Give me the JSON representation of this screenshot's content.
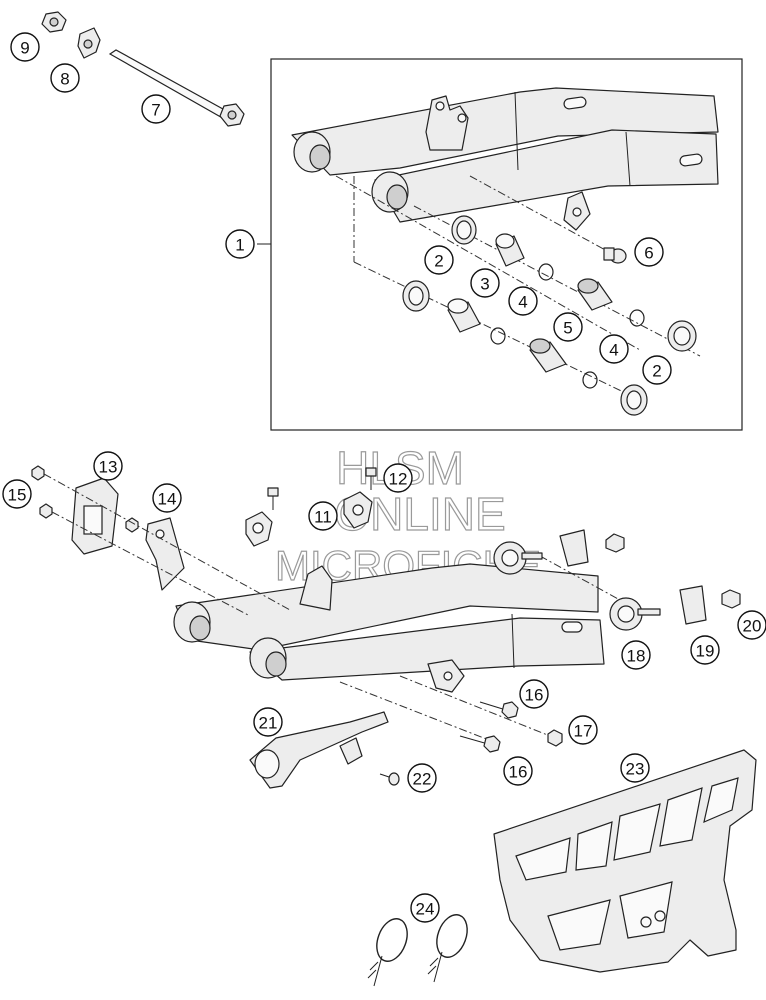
{
  "callouts": {
    "c1": "1",
    "c2a": "2",
    "c2b": "2",
    "c3": "3",
    "c4a": "4",
    "c4b": "4",
    "c5": "5",
    "c6": "6",
    "c7": "7",
    "c8": "8",
    "c9": "9",
    "c11": "11",
    "c12": "12",
    "c13": "13",
    "c14": "14",
    "c15": "15",
    "c16a": "16",
    "c16b": "16",
    "c17": "17",
    "c18": "18",
    "c19": "19",
    "c20": "20",
    "c21": "21",
    "c22": "22",
    "c23": "23",
    "c24": "24"
  },
  "watermark": {
    "line1": "HLSM",
    "line2": "ONLINE",
    "line3": "MICROFICHE"
  }
}
